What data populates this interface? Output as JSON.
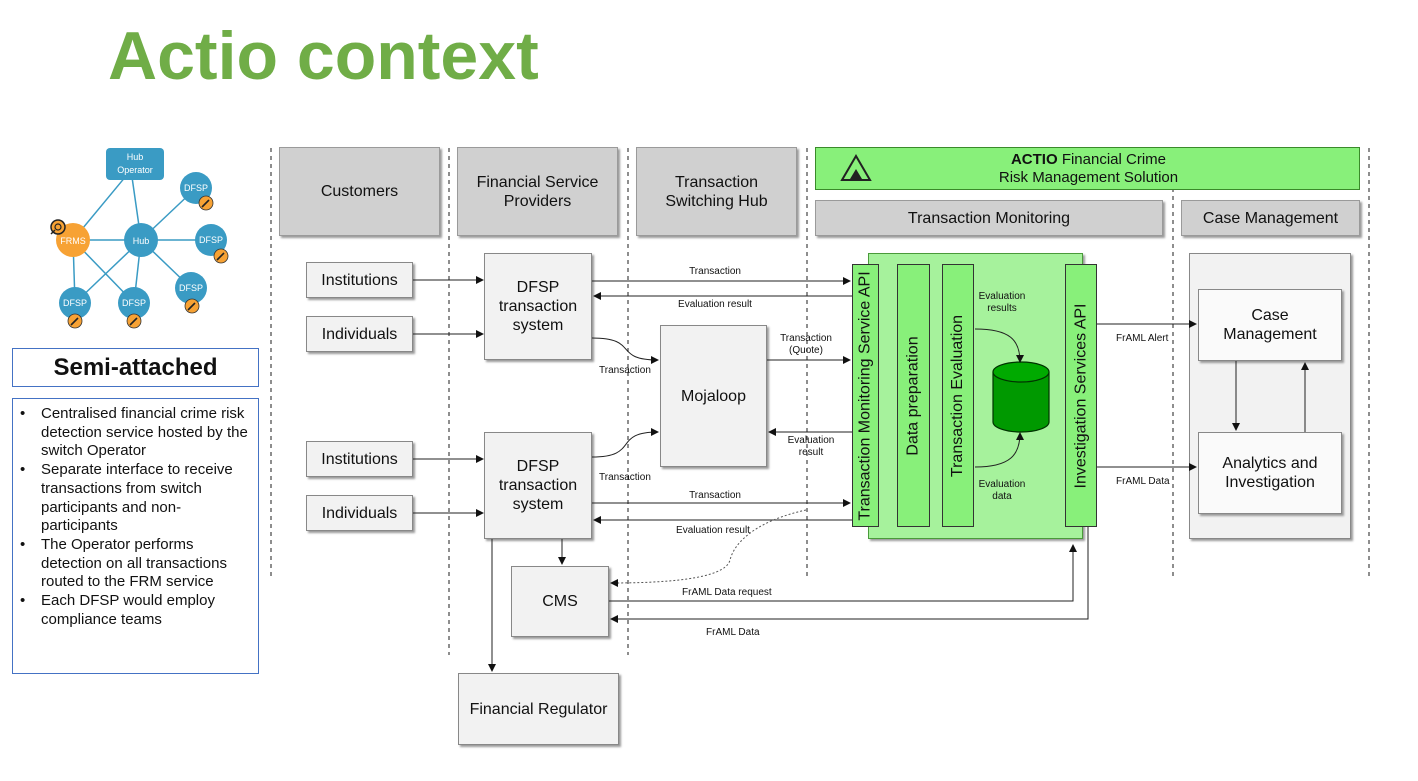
{
  "page_title": "Actio context",
  "network": {
    "hub_operator": "Hub Operator",
    "hub": "Hub",
    "frms": "FRMS",
    "dfsp_nodes": [
      "DFSP",
      "DFSP",
      "DFSP",
      "DFSP",
      "DFSP"
    ]
  },
  "semi_attached": "Semi-attached",
  "bullets": [
    "Centralised financial crime risk detection service hosted by the switch Operator",
    "Separate interface to receive transactions from switch participants and non-participants",
    "The Operator performs detection on all transactions routed to the FRM service",
    "Each DFSP would employ compliance teams"
  ],
  "lanes": {
    "customers": "Customers",
    "fsp": "Financial Service Providers",
    "switch": "Transaction Switching Hub",
    "actio_brand": "ACTIO",
    "actio_rest_line1": "Financial Crime",
    "actio_line2": "Risk Management Solution",
    "transaction_monitoring": "Transaction Monitoring",
    "case_management": "Case Management"
  },
  "boxes": {
    "institutions_1": "Institutions",
    "individuals_1": "Individuals",
    "institutions_2": "Institutions",
    "individuals_2": "Individuals",
    "dfsp_1": "DFSP transaction system",
    "dfsp_2": "DFSP transaction system",
    "mojaloop": "Mojaloop",
    "cms": "CMS",
    "financial_regulator": "Financial Regulator",
    "tms_api": "Transaction Monitoring Service API",
    "data_preparation": "Data preparation",
    "transaction_evaluation": "Transaction Evaluation",
    "investigation_api": "Investigation Services API",
    "case_mgmt_inner": "Case Management",
    "analytics": "Analytics and Investigation"
  },
  "arrow_labels": {
    "transaction_top": "Transaction",
    "evaluation_result_top": "Evaluation result",
    "transaction_quote": "Transaction (Quote)",
    "transaction_to_mojaloop_1": "Transaction",
    "transaction_to_mojaloop_2": "Transaction",
    "evaluation_result_mojaloop": "Evaluation result",
    "transaction_bottom": "Transaction",
    "evaluation_result_bottom": "Evaluation result",
    "evaluation_results_db": "Evaluation results",
    "evaluation_data_db": "Evaluation data",
    "framl_alert": "FrAML Alert",
    "framl_data_right": "FrAML Data",
    "framl_data_request": "FrAML Data request",
    "framl_data_bottom": "FrAML Data"
  },
  "colors": {
    "title_green": "#70ad47",
    "actio_banner": "#88f07a",
    "database": "#009900",
    "network_blue": "#3a9bc4",
    "frms_orange": "#f7a234"
  }
}
